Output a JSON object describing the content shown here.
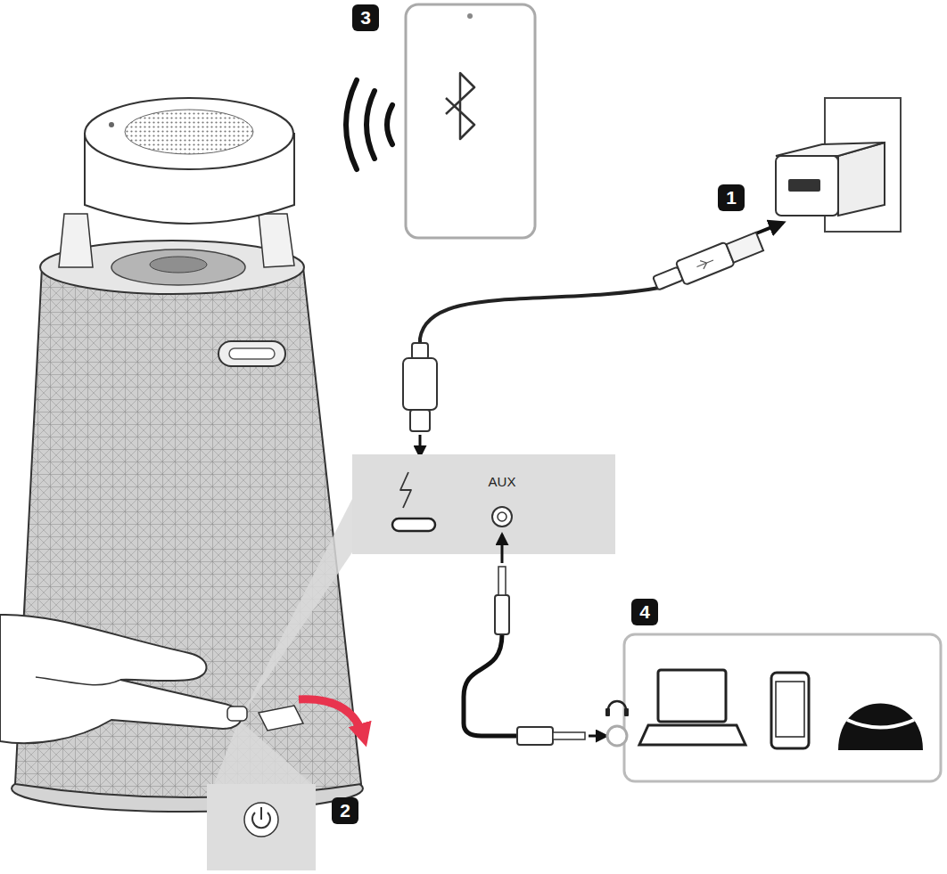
{
  "diagram": {
    "nodes": [
      {
        "text": [
          "AUX"
        ]
      }
    ],
    "labels": [
      "3",
      "1",
      "4",
      "2"
    ]
  }
}
